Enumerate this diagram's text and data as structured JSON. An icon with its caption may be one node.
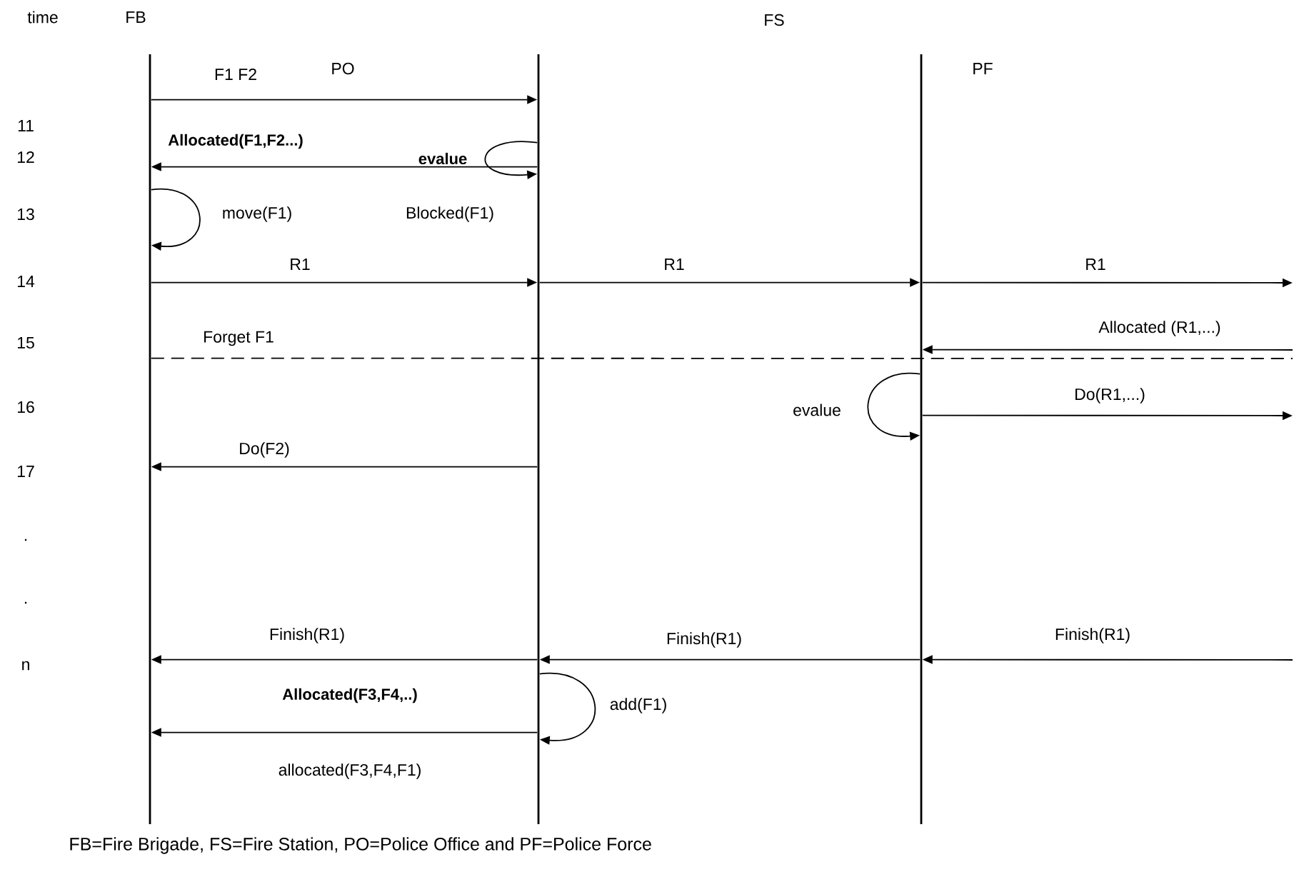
{
  "diagram": {
    "caption": "FB=Fire Brigade, FS=Fire Station, PO=Police Office and PF=Police Force",
    "nodes": [
      {
        "text": [],
        "shape": "bar"
      },
      {
        "text": [],
        "shape": "bar"
      },
      {
        "text": [],
        "shape": "bar"
      }
    ],
    "edges": [
      {
        "from": 0,
        "to": 1,
        "arrow": "to",
        "label": "F1 F2"
      },
      {
        "from": 1,
        "to": 1,
        "arrow": "to",
        "label": "evalue"
      },
      {
        "from": 1,
        "to": 0,
        "arrow": "to",
        "label": "Allocated(F1,F2...)"
      },
      {
        "from": 0,
        "to": 0,
        "arrow": "to",
        "label": "move(F1)"
      },
      {
        "from": 0,
        "to": 1,
        "arrow": "to",
        "label": "R1"
      },
      {
        "from": 1,
        "to": 2,
        "arrow": "to",
        "label": "R1"
      },
      {
        "from": 2,
        "to": null,
        "arrow": "to",
        "label": "R1"
      },
      {
        "from": null,
        "to": 2,
        "arrow": "to",
        "label": "Allocated (R1,...)"
      },
      {
        "from": 0,
        "to": null,
        "arrow": "none",
        "label": "Forget F1",
        "style": "dashed"
      },
      {
        "from": 2,
        "to": 2,
        "arrow": "to",
        "label": "evalue"
      },
      {
        "from": 2,
        "to": null,
        "arrow": "to",
        "label": "Do(R1,...)"
      },
      {
        "from": 1,
        "to": 0,
        "arrow": "to",
        "label": "Do(F2)"
      },
      {
        "from": null,
        "to": 2,
        "arrow": "to",
        "label": "Finish(R1)"
      },
      {
        "from": 2,
        "to": 1,
        "arrow": "to",
        "label": "Finish(R1)"
      },
      {
        "from": 1,
        "to": 0,
        "arrow": "to",
        "label": "Finish(R1)"
      },
      {
        "from": 1,
        "to": 1,
        "arrow": "to",
        "label": "add(F1)"
      },
      {
        "from": 1,
        "to": 0,
        "arrow": "to",
        "label": "Allocated(F3,F4,..)"
      }
    ],
    "labels": [
      "time",
      "FB",
      "FS",
      "PO",
      "PF",
      "11",
      "12",
      "13",
      "Blocked(F1)",
      "14",
      "15",
      "16",
      "17",
      ".",
      ".",
      "n",
      "allocated(F3,F4,F1)"
    ]
  }
}
